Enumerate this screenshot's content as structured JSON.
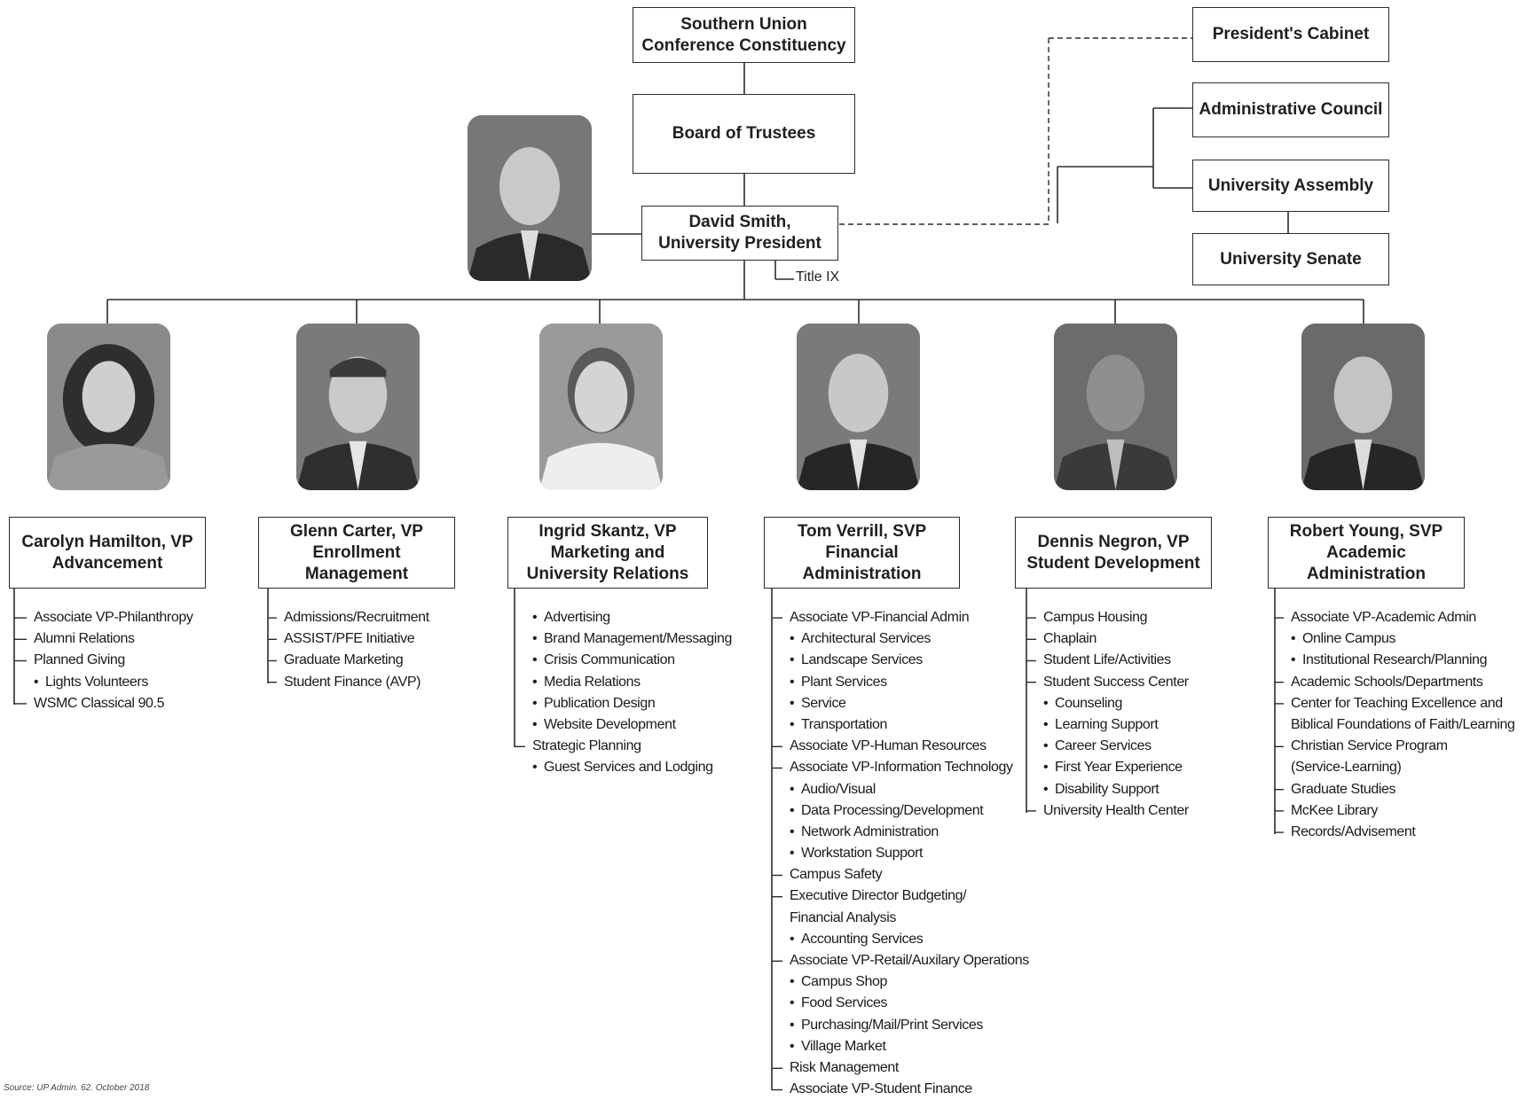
{
  "top": {
    "constituency": "Southern Union\nConference Constituency",
    "board": "Board of Trustees",
    "president": "David Smith,\nUniversity President",
    "title_ix": "Title IX"
  },
  "councils": {
    "cabinet": "President's Cabinet",
    "admin_council": "Administrative Council",
    "assembly": "University Assembly",
    "senate": "University Senate"
  },
  "vps": [
    {
      "title": "Carolyn Hamilton, VP\nAdvancement",
      "items": [
        {
          "text": "Associate VP-Philanthropy",
          "sub": false,
          "tick": true
        },
        {
          "text": "Alumni Relations",
          "sub": false,
          "tick": true
        },
        {
          "text": "Planned Giving",
          "sub": false,
          "tick": true
        },
        {
          "text": "Lights Volunteers",
          "sub": true,
          "tick": false
        },
        {
          "text": "WSMC Classical 90.5",
          "sub": false,
          "tick": true
        }
      ]
    },
    {
      "title": "Glenn Carter, VP\nEnrollment\nManagement",
      "items": [
        {
          "text": "Admissions/Recruitment",
          "sub": false,
          "tick": true
        },
        {
          "text": "ASSIST/PFE Initiative",
          "sub": false,
          "tick": true
        },
        {
          "text": "Graduate Marketing",
          "sub": false,
          "tick": true
        },
        {
          "text": "Student Finance (AVP)",
          "sub": false,
          "tick": true
        }
      ]
    },
    {
      "title": "Ingrid Skantz, VP\nMarketing and\nUniversity Relations",
      "items": [
        {
          "text": "Advertising",
          "sub": true,
          "tick": false
        },
        {
          "text": "Brand Management/Messaging",
          "sub": true,
          "tick": false
        },
        {
          "text": "Crisis Communication",
          "sub": true,
          "tick": false
        },
        {
          "text": "Media Relations",
          "sub": true,
          "tick": false
        },
        {
          "text": "Publication Design",
          "sub": true,
          "tick": false
        },
        {
          "text": "Website Development",
          "sub": true,
          "tick": false
        },
        {
          "text": "Strategic Planning",
          "sub": false,
          "tick": true
        },
        {
          "text": "Guest Services and Lodging",
          "sub": true,
          "tick": false
        }
      ]
    },
    {
      "title": "Tom Verrill, SVP\nFinancial\nAdministration",
      "items": [
        {
          "text": "Associate VP-Financial Admin",
          "sub": false,
          "tick": true
        },
        {
          "text": "Architectural Services",
          "sub": true,
          "tick": false
        },
        {
          "text": "Landscape Services",
          "sub": true,
          "tick": false
        },
        {
          "text": "Plant Services",
          "sub": true,
          "tick": false
        },
        {
          "text": "Service",
          "sub": true,
          "tick": false
        },
        {
          "text": "Transportation",
          "sub": true,
          "tick": false
        },
        {
          "text": "Associate VP-Human Resources",
          "sub": false,
          "tick": true
        },
        {
          "text": "Associate VP-Information Technology",
          "sub": false,
          "tick": true
        },
        {
          "text": "Audio/Visual",
          "sub": true,
          "tick": false
        },
        {
          "text": "Data Processing/Development",
          "sub": true,
          "tick": false
        },
        {
          "text": "Network Administration",
          "sub": true,
          "tick": false
        },
        {
          "text": "Workstation Support",
          "sub": true,
          "tick": false
        },
        {
          "text": "Campus Safety",
          "sub": false,
          "tick": true
        },
        {
          "text": "Executive Director Budgeting/",
          "sub": false,
          "tick": true
        },
        {
          "text": "Financial Analysis",
          "sub": false,
          "tick": false
        },
        {
          "text": "Accounting Services",
          "sub": true,
          "tick": false
        },
        {
          "text": "Associate VP-Retail/Auxilary Operations",
          "sub": false,
          "tick": true
        },
        {
          "text": "Campus Shop",
          "sub": true,
          "tick": false
        },
        {
          "text": "Food Services",
          "sub": true,
          "tick": false
        },
        {
          "text": "Purchasing/Mail/Print Services",
          "sub": true,
          "tick": false
        },
        {
          "text": "Village Market",
          "sub": true,
          "tick": false
        },
        {
          "text": "Risk Management",
          "sub": false,
          "tick": true
        },
        {
          "text": "Associate VP-Student Finance",
          "sub": false,
          "tick": true
        }
      ]
    },
    {
      "title": "Dennis Negron, VP\nStudent Development",
      "items": [
        {
          "text": "Campus Housing",
          "sub": false,
          "tick": true
        },
        {
          "text": "Chaplain",
          "sub": false,
          "tick": true
        },
        {
          "text": "Student Life/Activities",
          "sub": false,
          "tick": true
        },
        {
          "text": "Student Success Center",
          "sub": false,
          "tick": true
        },
        {
          "text": "Counseling",
          "sub": true,
          "tick": false
        },
        {
          "text": "Learning Support",
          "sub": true,
          "tick": false
        },
        {
          "text": "Career Services",
          "sub": true,
          "tick": false
        },
        {
          "text": "First Year Experience",
          "sub": true,
          "tick": false
        },
        {
          "text": "Disability Support",
          "sub": true,
          "tick": false
        },
        {
          "text": "University Health Center",
          "sub": false,
          "tick": true
        }
      ]
    },
    {
      "title": "Robert Young, SVP\nAcademic\nAdministration",
      "items": [
        {
          "text": "Associate VP-Academic Admin",
          "sub": false,
          "tick": true
        },
        {
          "text": "Online Campus",
          "sub": true,
          "tick": false
        },
        {
          "text": "Institutional Research/Planning",
          "sub": true,
          "tick": false
        },
        {
          "text": "Academic Schools/Departments",
          "sub": false,
          "tick": true
        },
        {
          "text": "Center for Teaching Excellence and",
          "sub": false,
          "tick": true
        },
        {
          "text": "Biblical Foundations of Faith/Learning",
          "sub": false,
          "tick": false
        },
        {
          "text": "Christian Service Program",
          "sub": false,
          "tick": true
        },
        {
          "text": "(Service-Learning)",
          "sub": false,
          "tick": false
        },
        {
          "text": "Graduate Studies",
          "sub": false,
          "tick": true
        },
        {
          "text": "McKee Library",
          "sub": false,
          "tick": true
        },
        {
          "text": "Records/Advisement",
          "sub": false,
          "tick": true
        }
      ]
    }
  ],
  "source": "Source: UP Admin. 62. October 2018"
}
